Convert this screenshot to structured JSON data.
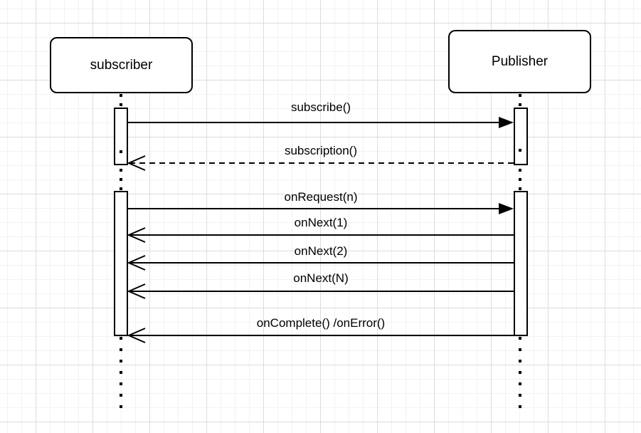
{
  "canvas": {
    "colors": {
      "stroke": "#000000",
      "shape_fill": "#ffffff",
      "grid_minor": "#f2f2f2",
      "grid_major": "#dcdcdc"
    }
  },
  "participants": [
    {
      "label": "subscriber"
    },
    {
      "label": "Publisher"
    }
  ],
  "messages": [
    {
      "label": "subscribe()",
      "from": "subscriber",
      "to": "Publisher",
      "line": "solid",
      "arrowhead": "filled"
    },
    {
      "label": "subscription()",
      "from": "Publisher",
      "to": "subscriber",
      "line": "dashed",
      "arrowhead": "open"
    },
    {
      "label": "onRequest(n)",
      "from": "subscriber",
      "to": "Publisher",
      "line": "solid",
      "arrowhead": "filled"
    },
    {
      "label": "onNext(1)",
      "from": "Publisher",
      "to": "subscriber",
      "line": "solid",
      "arrowhead": "open"
    },
    {
      "label": "onNext(2)",
      "from": "Publisher",
      "to": "subscriber",
      "line": "solid",
      "arrowhead": "open"
    },
    {
      "label": "onNext(N)",
      "from": "Publisher",
      "to": "subscriber",
      "line": "solid",
      "arrowhead": "open"
    },
    {
      "label": "onComplete() /onError()",
      "from": "Publisher",
      "to": "subscriber",
      "line": "solid",
      "arrowhead": "open"
    }
  ]
}
